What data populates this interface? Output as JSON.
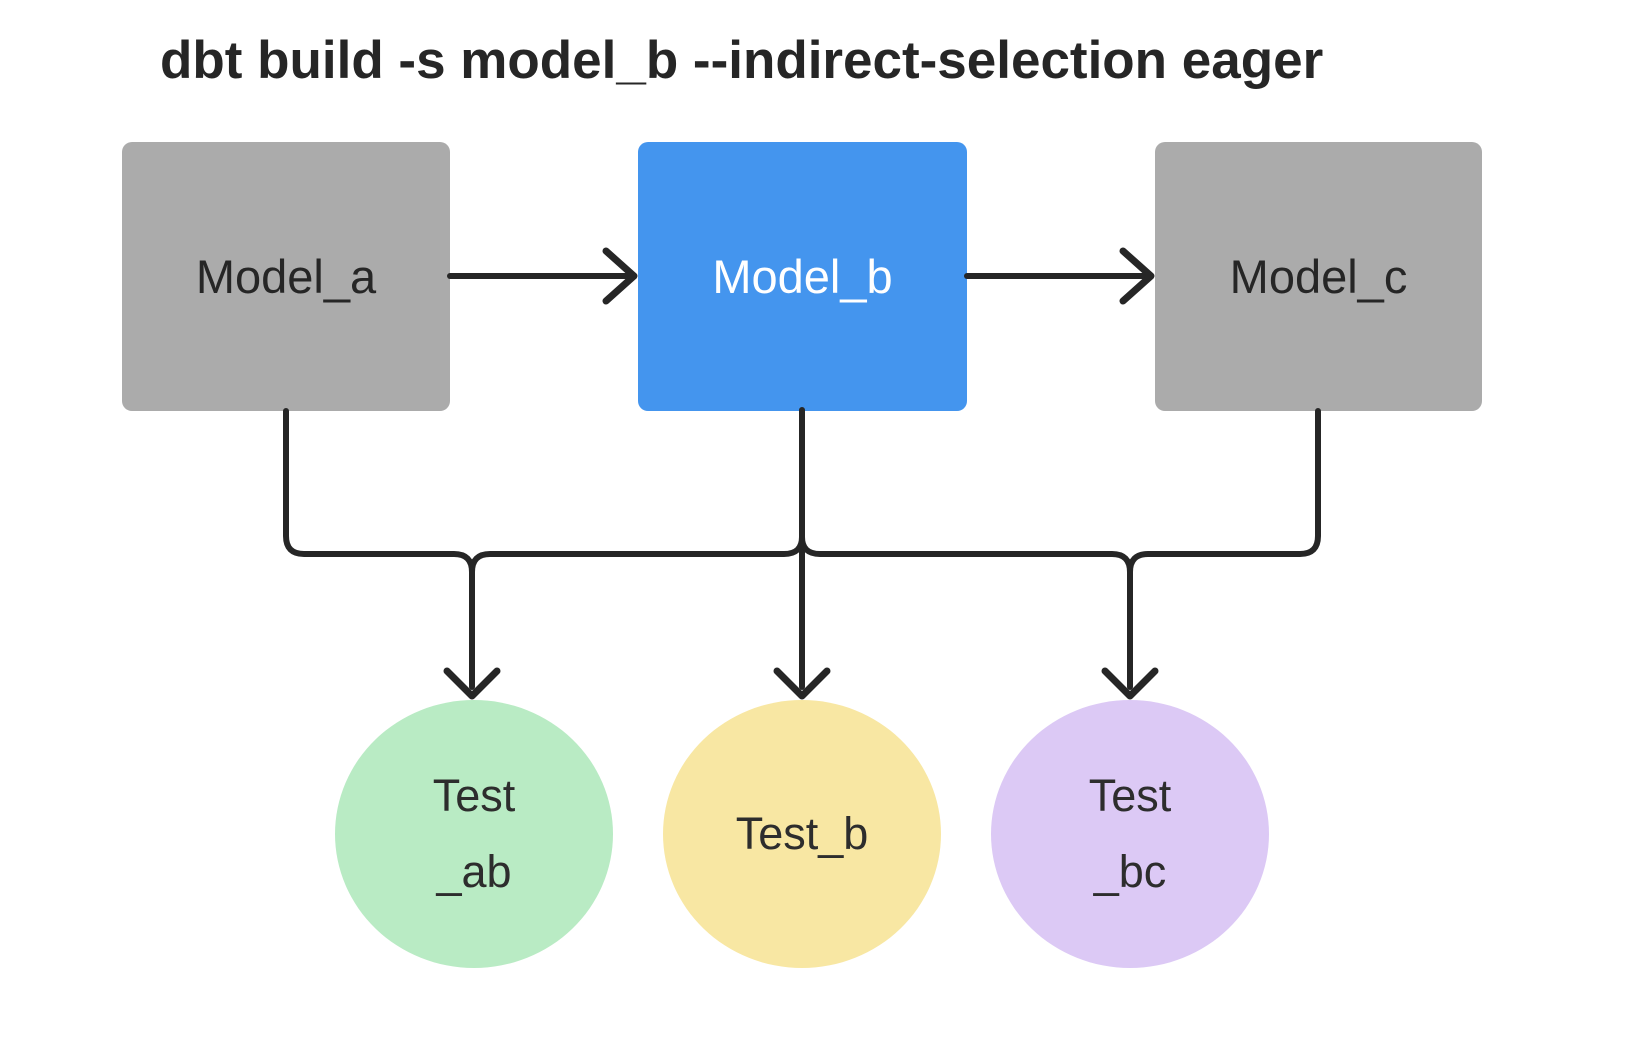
{
  "title": "dbt build -s model_b --indirect-selection eager",
  "diagram": {
    "models": [
      {
        "id": "model_a",
        "label": "Model_a",
        "fill": "#ABABAB",
        "text_color": "#262626",
        "highlighted": false
      },
      {
        "id": "model_b",
        "label": "Model_b",
        "fill": "#4495EE",
        "text_color": "#FFFFFF",
        "highlighted": true
      },
      {
        "id": "model_c",
        "label": "Model_c",
        "fill": "#ABABAB",
        "text_color": "#262626",
        "highlighted": false
      }
    ],
    "tests": [
      {
        "id": "test_ab",
        "lines": [
          "Test",
          "_ab"
        ],
        "fill": "#B9EBC4"
      },
      {
        "id": "test_b",
        "lines": [
          "Test_b"
        ],
        "fill": "#F8E7A3"
      },
      {
        "id": "test_bc",
        "lines": [
          "Test",
          "_bc"
        ],
        "fill": "#DCC9F5"
      }
    ],
    "edges": {
      "model_to_model": [
        {
          "from": "model_a",
          "to": "model_b"
        },
        {
          "from": "model_b",
          "to": "model_c"
        }
      ],
      "models_into_bus": [
        "model_a",
        "model_b",
        "model_c"
      ],
      "bus_to_tests": [
        "test_ab",
        "test_b",
        "test_bc"
      ]
    },
    "line_color": "#262626",
    "background": "#FFFFFF"
  }
}
